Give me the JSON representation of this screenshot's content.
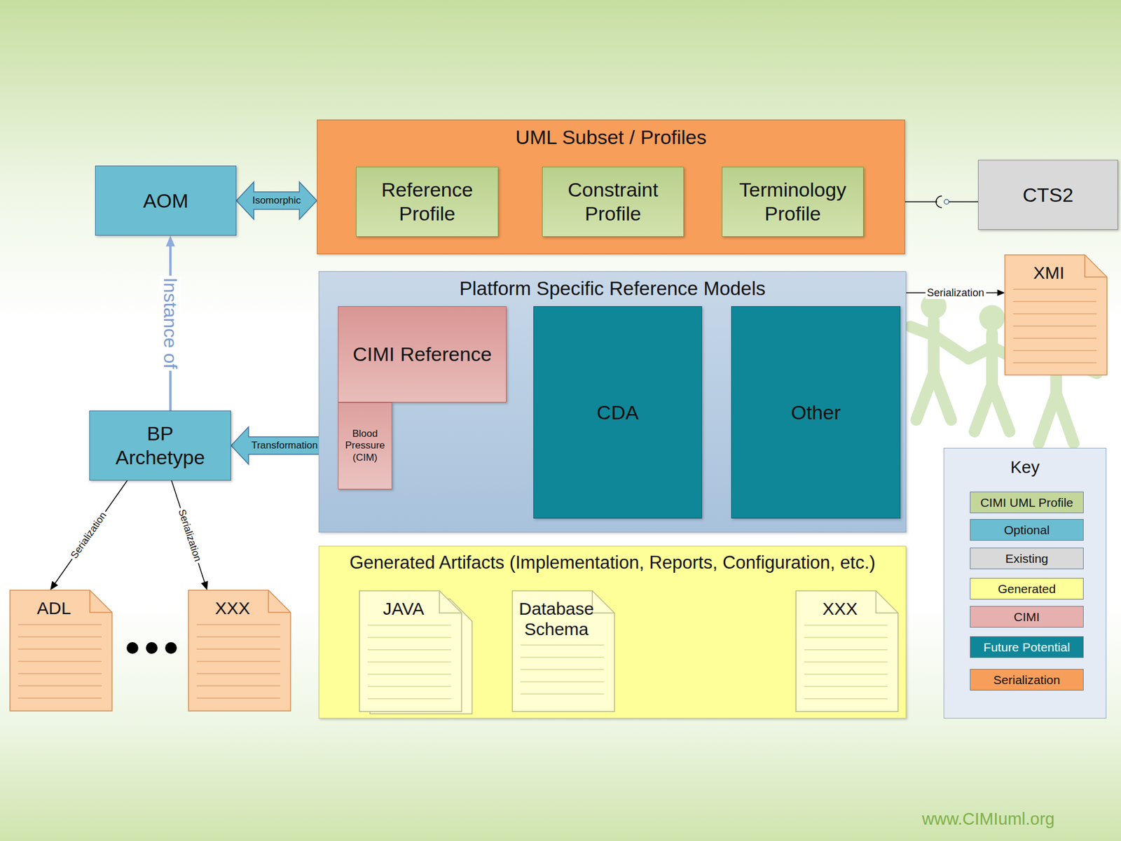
{
  "diagram": {
    "nodes": [
      {
        "text": [
          "AOM"
        ]
      },
      {
        "text": [
          "UML Subset / Profiles"
        ]
      },
      {
        "text": [
          "Reference Profile"
        ],
        "in": 1
      },
      {
        "text": [
          "Constraint Profile"
        ],
        "in": 1
      },
      {
        "text": [
          "Terminology Profile"
        ],
        "in": 1
      },
      {
        "text": [
          "CTS2"
        ]
      },
      {
        "text": [
          "Platform Specific Reference Models"
        ]
      },
      {
        "text": [
          "CIMI Reference"
        ],
        "in": 6
      },
      {
        "text": [
          "Blood Pressure (CIM)"
        ],
        "in": 6
      },
      {
        "text": [
          "CDA"
        ],
        "in": 6
      },
      {
        "text": [
          "Other"
        ],
        "in": 6
      },
      {
        "text": [
          "XMI"
        ]
      },
      {
        "text": [
          "BP Archetype"
        ]
      },
      {
        "text": [
          "Generated Artifacts (Implementation, Reports, Configuration, etc.)"
        ]
      },
      {
        "text": [
          "JAVA"
        ],
        "in": 13
      },
      {
        "text": [
          "Database Schema"
        ],
        "in": 13
      },
      {
        "text": [
          "XXX"
        ],
        "in": 13
      },
      {
        "text": [
          "ADL"
        ]
      },
      {
        "text": [
          "XXX"
        ]
      }
    ],
    "edges": [
      {
        "from": 0,
        "to": 1,
        "label": "Isomorphic",
        "arrow": "both"
      },
      {
        "from": 4,
        "to": 5,
        "arrow": "none"
      },
      {
        "from": 6,
        "to": 11,
        "label": "Serialization",
        "arrow": "to"
      },
      {
        "from": 12,
        "to": 0,
        "label": "Instance of",
        "arrow": "to"
      },
      {
        "from": 12,
        "to": 8,
        "label": "Transformation",
        "arrow": "both"
      },
      {
        "from": 12,
        "to": 17,
        "label": "Serialization",
        "arrow": "to"
      },
      {
        "from": 12,
        "to": 18,
        "label": "Serialization",
        "arrow": "to"
      }
    ],
    "labels": [
      "www.CIMIuml.org",
      "Key"
    ],
    "legend": [
      {
        "text": "CIMI UML Profile",
        "color": "#c4d79b"
      },
      {
        "text": "Optional",
        "color": "#6bbdd1"
      },
      {
        "text": "Existing",
        "color": "#d9d9d9"
      },
      {
        "text": "Generated",
        "color": "#ffff99"
      },
      {
        "text": "CIMI",
        "color": "#e6b0ae"
      },
      {
        "text": "Future Potential",
        "color": "#0f8799"
      },
      {
        "text": "Serialization",
        "color": "#f79e5a"
      }
    ]
  }
}
